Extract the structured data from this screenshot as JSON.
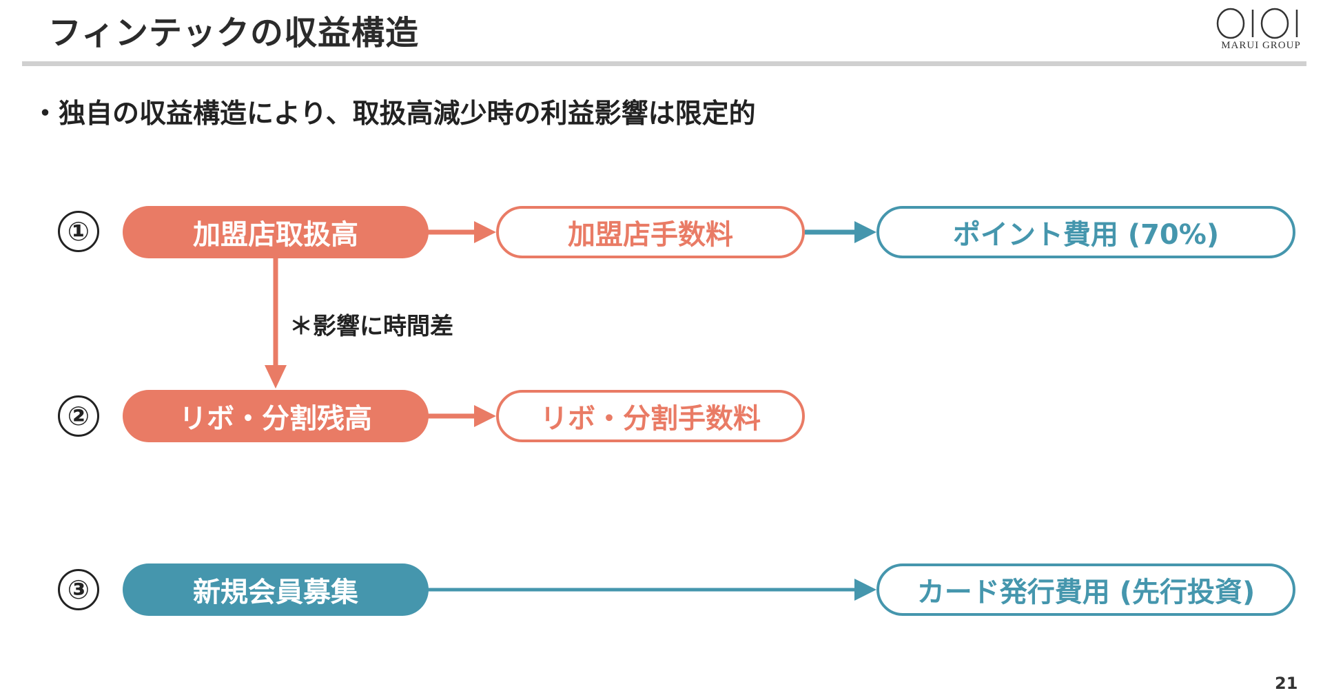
{
  "header": {
    "title": "フィンテックの収益構造",
    "logo_text": "MARUI GROUP"
  },
  "bullet": "・独自の収益構造により、取扱高減少時の利益影響は限定的",
  "flow": {
    "row1": {
      "number": "①",
      "source": "加盟店取扱高",
      "revenue": "加盟店手数料",
      "cost": "ポイント費用 (70%)"
    },
    "delay_note": "＊影響に時間差",
    "row2": {
      "number": "②",
      "source": "リボ・分割残高",
      "revenue": "リボ・分割手数料"
    },
    "row3": {
      "number": "③",
      "source": "新規会員募集",
      "cost": "カード発行費用 (先行投資)"
    }
  },
  "page_number": "21",
  "colors": {
    "salmon": "#e97b65",
    "teal": "#4596ad"
  }
}
